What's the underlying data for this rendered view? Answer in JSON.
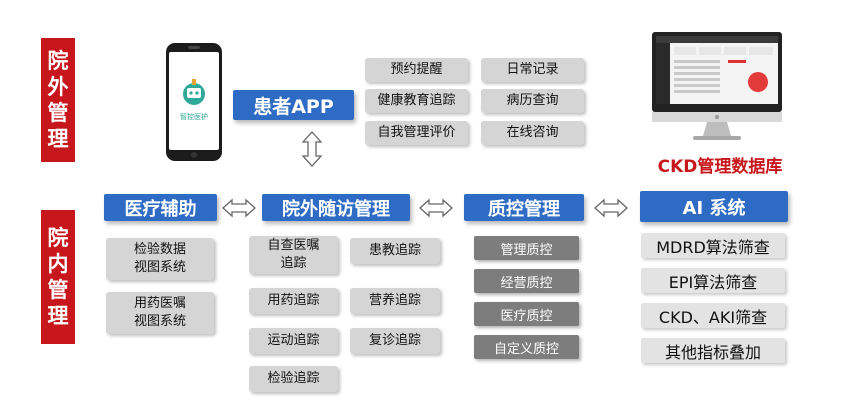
{
  "section_tags": {
    "outside": "院外管理",
    "inside": "院内管理"
  },
  "phone": {
    "logo_text": "智控医护"
  },
  "patient_app": {
    "title": "患者APP",
    "features": [
      "预约提醒",
      "日常记录",
      "健康教育追踪",
      "病历查询",
      "自我管理评价",
      "在线咨询"
    ]
  },
  "database": {
    "title": "CKD管理数据库"
  },
  "medical_assist": {
    "title": "医疗辅助",
    "items": [
      "检验数据\n视图系统",
      "用药医嘱\n视图系统"
    ]
  },
  "followup": {
    "title": "院外随访管理",
    "items": [
      "自查医嘱\n追踪",
      "患教追踪",
      "用药追踪",
      "营养追踪",
      "运动追踪",
      "复诊追踪",
      "检验追踪"
    ]
  },
  "quality": {
    "title": "质控管理",
    "items": [
      "管理质控",
      "经营质控",
      "医疗质控",
      "自定义质控"
    ]
  },
  "ai": {
    "title": "AI 系统",
    "items": [
      "MDRD算法筛查",
      "EPI算法筛查",
      "CKD、AKI筛查",
      "其他指标叠加"
    ]
  },
  "colors": {
    "blue": "#2d6bc4",
    "red": "#c8171c",
    "gray": "#d5d5d5",
    "dark_gray": "#7d7d7d"
  },
  "icons": [
    "phone-illustration",
    "monitor-illustration",
    "double-arrow-icon",
    "vertical-double-arrow-icon"
  ]
}
